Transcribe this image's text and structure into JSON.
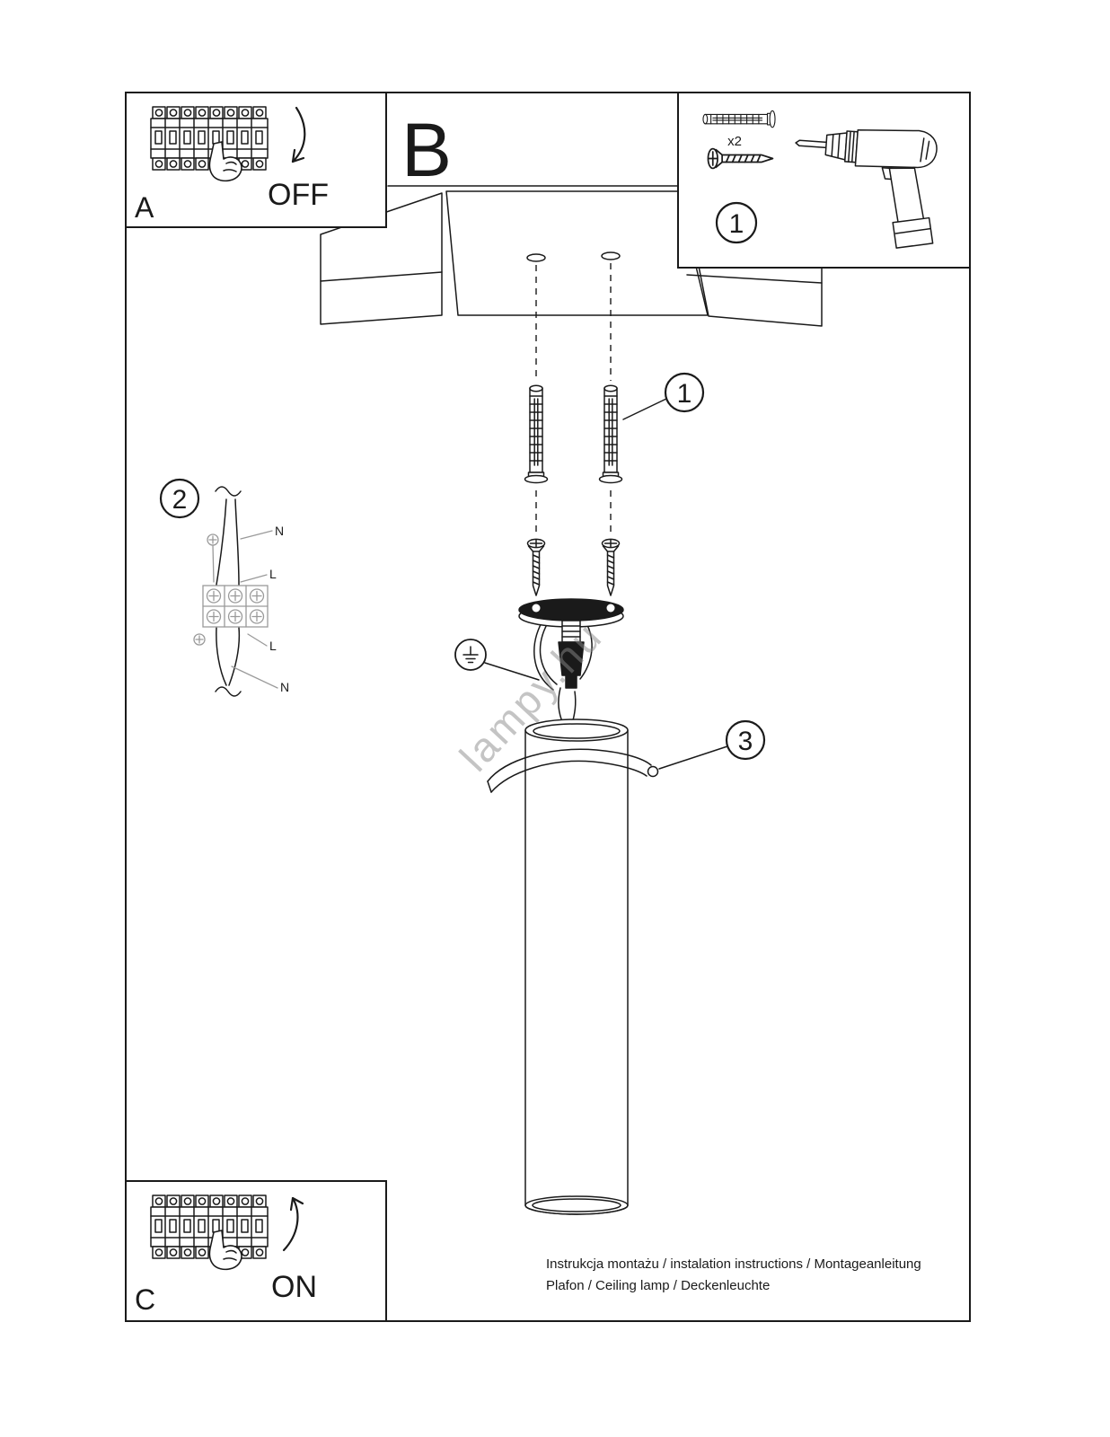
{
  "labels": {
    "panel_a": "A",
    "panel_b": "B",
    "panel_c": "C",
    "off": "OFF",
    "on": "ON",
    "qty": "x2",
    "step1": "1",
    "step2": "2",
    "step3": "3"
  },
  "wiring": {
    "n_top": "N",
    "l_top": "L",
    "l_bottom": "L",
    "n_bottom": "N"
  },
  "watermark": "lampy.hu",
  "footer": {
    "line1": "Instrukcja montażu / instalation instructions / Montageanleitung",
    "line2": "Plafon / Ceiling lamp / Deckenleuchte"
  },
  "colors": {
    "ink": "#1a1a1a",
    "diagram_gray": "#9a9a9a",
    "watermark_gray": "#8a8a8a",
    "paper": "#ffffff"
  }
}
